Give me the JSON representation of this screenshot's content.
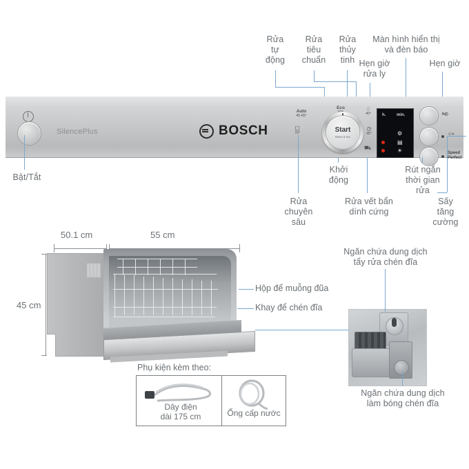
{
  "panel": {
    "brand": "BOSCH",
    "silence_bold": "Silence",
    "silence_light": "Plus",
    "dial": {
      "start": "Start",
      "reset": "Reset 3 sec"
    },
    "programs": [
      {
        "name": "Auto",
        "temp": "45-65°"
      },
      {
        "name": "Eco",
        "temp": "50°"
      },
      {
        "name": "glass-program",
        "glyph": "Y",
        "temp": "40°"
      },
      {
        "name": "quick-program",
        "glyph": "⏱",
        "temp": "45°"
      },
      {
        "name": "intensive-program",
        "glyph": "⚙",
        "temp": "70°"
      },
      {
        "name": "prewash-program",
        "glyph": "⚑",
        "temp": ""
      }
    ],
    "lcd": {
      "hours": "h.",
      "minutes": "min."
    },
    "buttons": {
      "speed_perfect_line1": "Speed",
      "speed_perfect_line2": "Perfect"
    }
  },
  "callouts": {
    "wash_auto": "Rửa\ntự\nđộng",
    "wash_standard": "Rửa\ntiêu\nchuẩn",
    "wash_glass": "Rửa\nthủy\ntinh",
    "timer_glass": "Hẹn giờ\nrửa ly",
    "display": "Màn hình hiển thị\nvà đèn báo",
    "timer": "Hẹn giờ",
    "power": "Bật/Tắt",
    "deep_wash": "Rửa\nchuyên\nsâu",
    "start": "Khởi\nđộng",
    "hard_stains": "Rửa vết bẩn\ndính cứng",
    "shorten_time": "Rút ngắn\nthời gian\nrửa",
    "extra_dry": "Sấy\ntăng\ncường",
    "cutlery_box": "Hộp để muỗng đũa",
    "dish_tray": "Khay để chén đĩa",
    "detergent_compartment": "Ngăn chứa dung dịch\ntẩy rửa chén đĩa",
    "rinse_aid_compartment": "Ngăn chứa dung dịch\nlàm bóng chén đĩa"
  },
  "dimensions": {
    "depth": "50.1 cm",
    "width": "55 cm",
    "height": "45 cm"
  },
  "accessories": {
    "title": "Phụ kiện kèm theo:",
    "items": [
      {
        "label": "Dây điện\ndài 175 cm"
      },
      {
        "label": "Ống cấp nước"
      }
    ]
  },
  "colors": {
    "callout_line": "#7aa7cf",
    "text": "#6a6f73",
    "panel_metal": "#c7c8c9",
    "lcd_bg": "#0b0c10",
    "led_red": "#e02a14"
  }
}
